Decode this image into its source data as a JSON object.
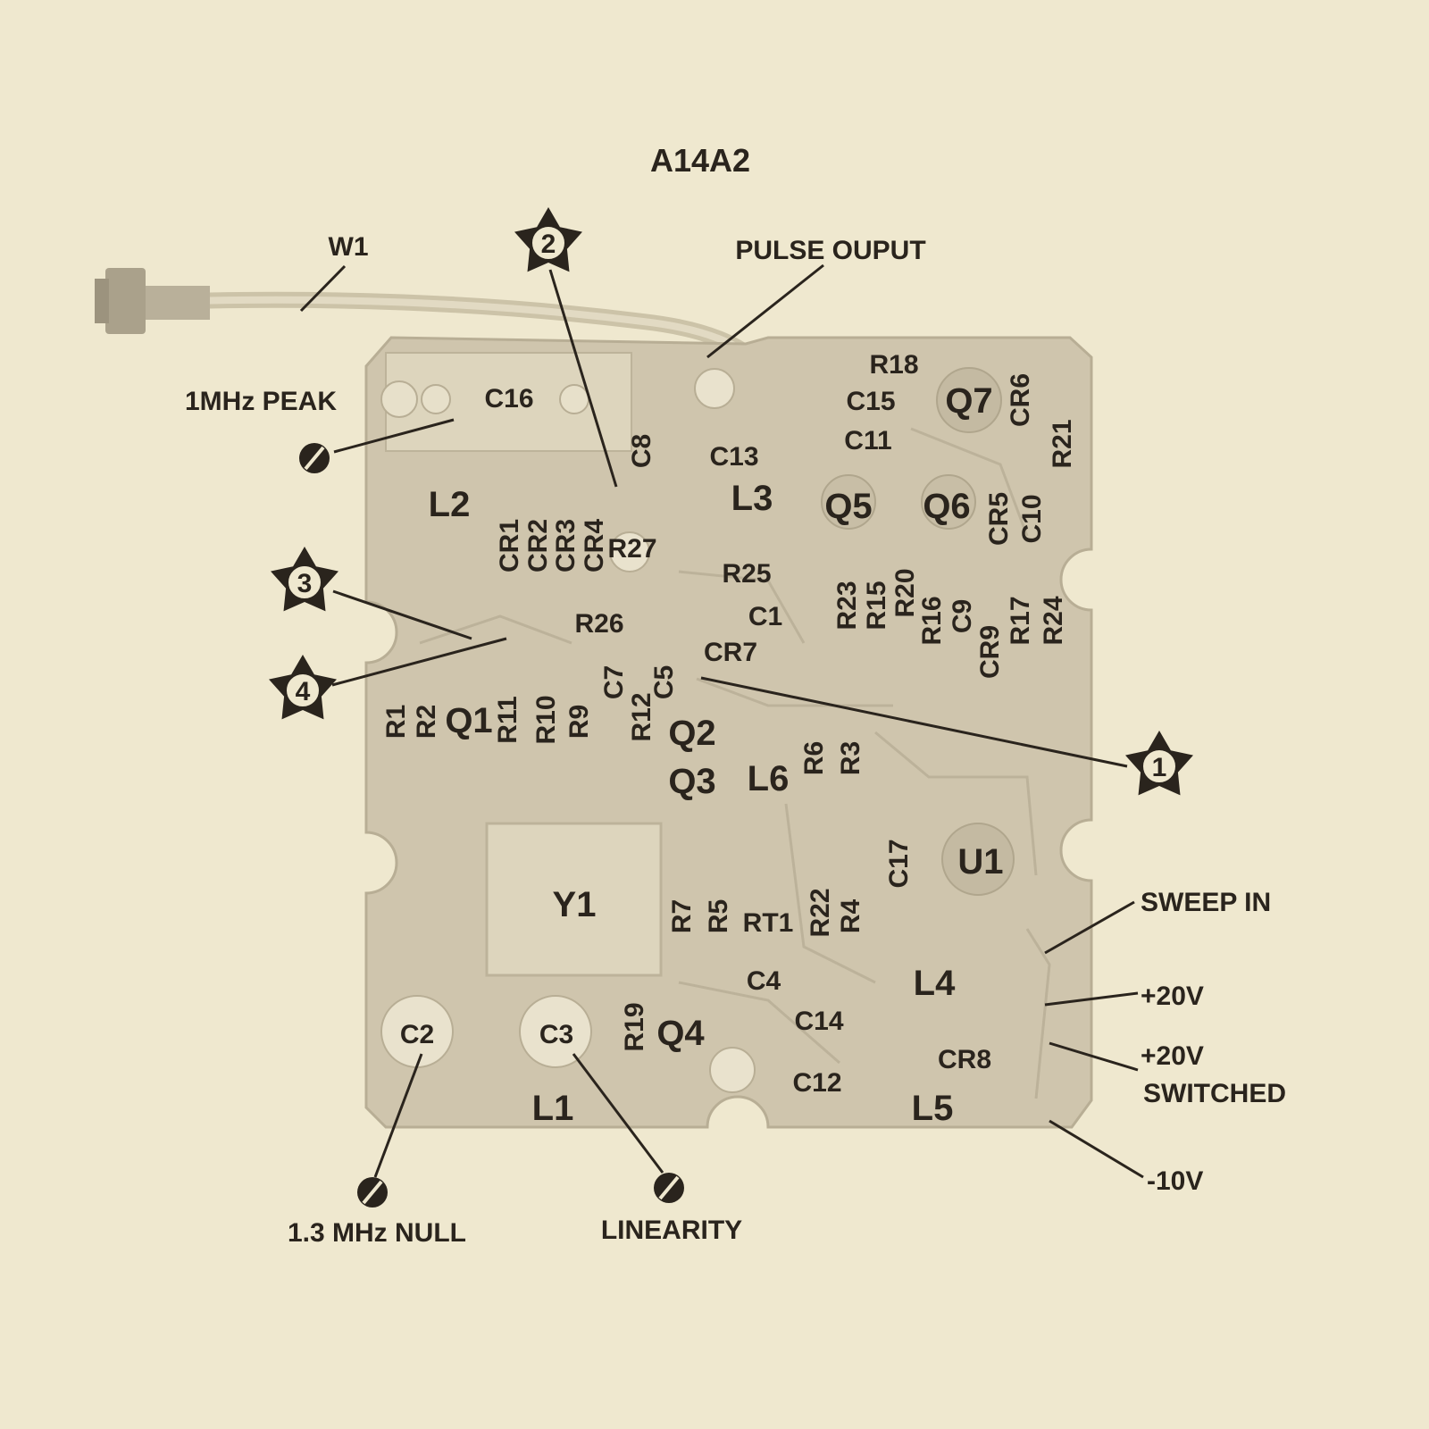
{
  "title": "A14A2",
  "colors": {
    "paper": "#efe8cf",
    "board": "#cfc5ad",
    "ink": "#2a241d"
  },
  "icons": {
    "adjust": "adjust-screw-icon",
    "test_point": "star-test-point-icon"
  },
  "callouts": {
    "w1": "W1",
    "pulse_output": "PULSE OUPUT",
    "peak_1mhz": "1MHz PEAK",
    "null_13mhz": "1.3 MHz NULL",
    "linearity": "LINEARITY",
    "sweep_in": "SWEEP IN",
    "plus20v": "+20V",
    "plus20v_switched_1": "+20V",
    "plus20v_switched_2": "SWITCHED",
    "minus10v": "-10V"
  },
  "test_points": [
    "1",
    "2",
    "3",
    "4"
  ],
  "components": {
    "C16": "C16",
    "C8": "C8",
    "C13": "C13",
    "C15": "C15",
    "C11": "C11",
    "R18": "R18",
    "Q7": "Q7",
    "CR6": "CR6",
    "R21": "R21",
    "L2": "L2",
    "L3": "L3",
    "Q5": "Q5",
    "Q6": "Q6",
    "CR5": "CR5",
    "C10": "C10",
    "CR1": "CR1",
    "CR2": "CR2",
    "CR3": "CR3",
    "CR4": "CR4",
    "R27": "R27",
    "R25": "R25",
    "R26": "R26",
    "C1": "C1",
    "CR7": "CR7",
    "R23": "R23",
    "R15": "R15",
    "R20": "R20",
    "R16": "R16",
    "C9": "C9",
    "CR9": "CR9",
    "R17": "R17",
    "R24": "R24",
    "C7": "C7",
    "C5": "C5",
    "R1": "R1",
    "R2": "R2",
    "Q1": "Q1",
    "R11": "R11",
    "R10": "R10",
    "R9": "R9",
    "R12": "R12",
    "Q2": "Q2",
    "Q3": "Q3",
    "L6": "L6",
    "R6": "R6",
    "R3": "R3",
    "C17": "C17",
    "U1": "U1",
    "Y1": "Y1",
    "R7": "R7",
    "R5": "R5",
    "RT1": "RT1",
    "R22": "R22",
    "R4": "R4",
    "C4": "C4",
    "L4": "L4",
    "C14": "C14",
    "C2": "C2",
    "C3": "C3",
    "R19": "R19",
    "Q4": "Q4",
    "CR8": "CR8",
    "C12": "C12",
    "L1": "L1",
    "L5": "L5"
  }
}
